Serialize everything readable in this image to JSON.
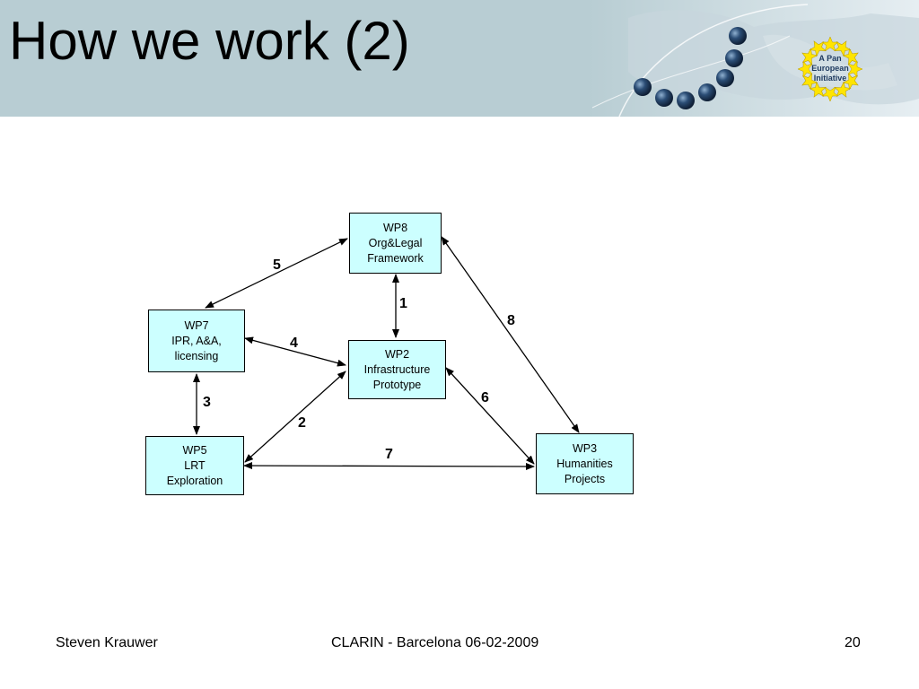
{
  "header": {
    "title": "How we work (2)",
    "logo": {
      "icon": "eu-stars-logo-icon",
      "text_lines": [
        "A Pan",
        "European",
        "Initiative"
      ]
    }
  },
  "diagram": {
    "nodes": [
      {
        "id": "wp8",
        "lines": [
          "WP8",
          "Org&Legal",
          "Framework"
        ]
      },
      {
        "id": "wp7",
        "lines": [
          "WP7",
          "IPR, A&A,",
          "licensing"
        ]
      },
      {
        "id": "wp2",
        "lines": [
          "WP2",
          "Infrastructure",
          "Prototype"
        ]
      },
      {
        "id": "wp5",
        "lines": [
          "WP5",
          "LRT",
          "Exploration"
        ]
      },
      {
        "id": "wp3",
        "lines": [
          "WP3",
          "Humanities",
          "Projects"
        ]
      }
    ],
    "edges": [
      {
        "label": "1",
        "from": "wp8",
        "to": "wp2"
      },
      {
        "label": "2",
        "from": "wp5",
        "to": "wp2"
      },
      {
        "label": "3",
        "from": "wp7",
        "to": "wp5"
      },
      {
        "label": "4",
        "from": "wp7",
        "to": "wp2"
      },
      {
        "label": "5",
        "from": "wp7",
        "to": "wp8"
      },
      {
        "label": "6",
        "from": "wp2",
        "to": "wp3"
      },
      {
        "label": "7",
        "from": "wp5",
        "to": "wp3"
      },
      {
        "label": "8",
        "from": "wp8",
        "to": "wp3"
      }
    ]
  },
  "footer": {
    "author": "Steven Krauwer",
    "event": "CLARIN - Barcelona 06-02-2009",
    "page_number": "20"
  },
  "colors": {
    "header_background": "#b8cdd3",
    "box_fill": "#ccffff",
    "logo_star": "#ffe400",
    "logo_dot": "#1e3a5f"
  }
}
